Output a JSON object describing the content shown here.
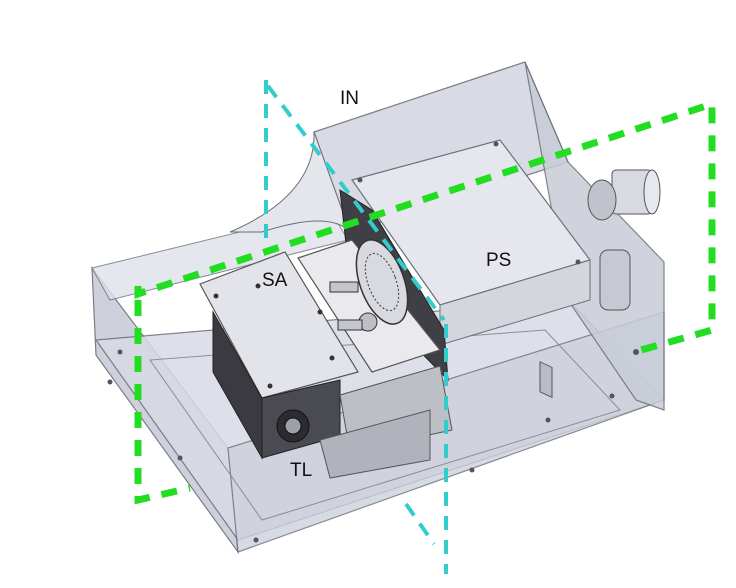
{
  "labels": {
    "in": "IN",
    "ps": "PS",
    "sa": "SA",
    "tl": "TL"
  },
  "colors": {
    "enclosure_fill": "#d2d6e0",
    "enclosure_edge": "#6b6f7a",
    "plate": "#e9e9ee",
    "green_plane": "#22dd22",
    "cyan_plane": "#33cccc",
    "dark_part": "#3a3a40"
  }
}
